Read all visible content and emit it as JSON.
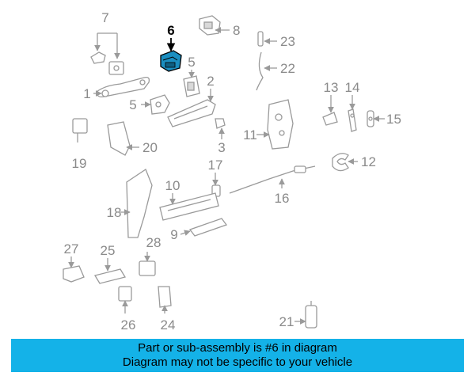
{
  "highlight_part": "6",
  "colors": {
    "banner": "#14b2e8",
    "highlight_part_fill": "#1b8ec0",
    "part_line": "#9a9a9a",
    "label": "#8a8a8a"
  },
  "callouts": [
    "1",
    "2",
    "3",
    "5",
    "6",
    "7",
    "8",
    "9",
    "10",
    "11",
    "12",
    "13",
    "14",
    "15",
    "16",
    "17",
    "18",
    "19",
    "20",
    "21",
    "22",
    "23",
    "24",
    "25",
    "26",
    "27",
    "28"
  ],
  "banner": {
    "line1": "Part or sub-assembly is #6 in diagram",
    "line2": "Diagram may not be specific to your vehicle"
  }
}
